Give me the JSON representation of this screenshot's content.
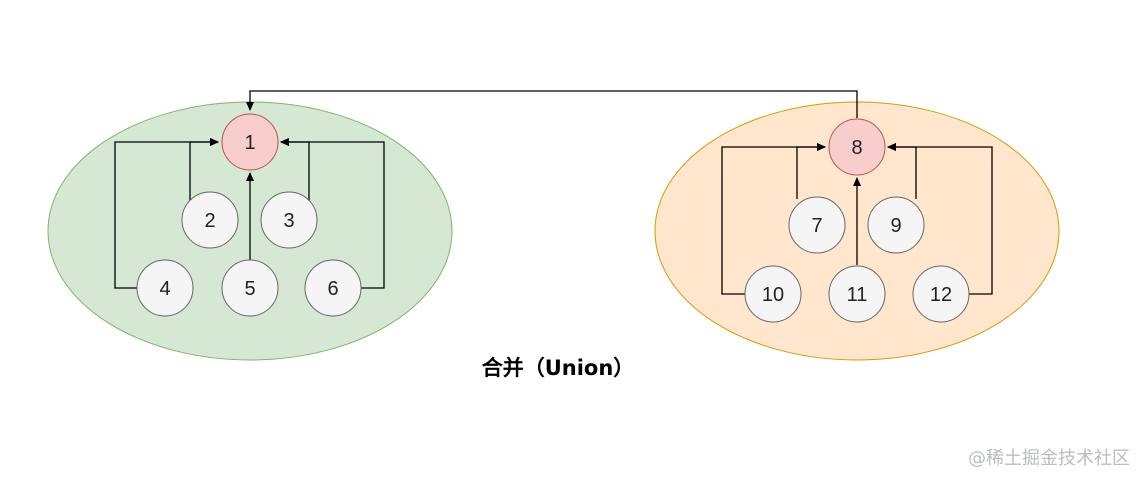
{
  "caption": "合并（Union）",
  "watermark": "@稀土掘金技术社区",
  "colors": {
    "left_group_fill": "#d5e8d4",
    "left_group_stroke": "#82b366",
    "right_group_fill": "#ffe6cc",
    "right_group_stroke": "#d79b00",
    "root_fill": "#f8cecc",
    "root_stroke": "#b85450",
    "node_fill": "#f5f5f5",
    "node_stroke": "#666666",
    "edge": "#000000"
  },
  "groups": [
    {
      "name": "left-set",
      "root": "1",
      "nodes": [
        "1",
        "2",
        "3",
        "4",
        "5",
        "6"
      ],
      "edges": [
        [
          "2",
          "1"
        ],
        [
          "3",
          "1"
        ],
        [
          "4",
          "1"
        ],
        [
          "5",
          "1"
        ],
        [
          "6",
          "1"
        ]
      ]
    },
    {
      "name": "right-set",
      "root": "8",
      "nodes": [
        "8",
        "7",
        "9",
        "10",
        "11",
        "12"
      ],
      "edges": [
        [
          "7",
          "8"
        ],
        [
          "9",
          "8"
        ],
        [
          "10",
          "8"
        ],
        [
          "11",
          "8"
        ],
        [
          "12",
          "8"
        ]
      ]
    }
  ],
  "union_edge": [
    "8",
    "1"
  ]
}
